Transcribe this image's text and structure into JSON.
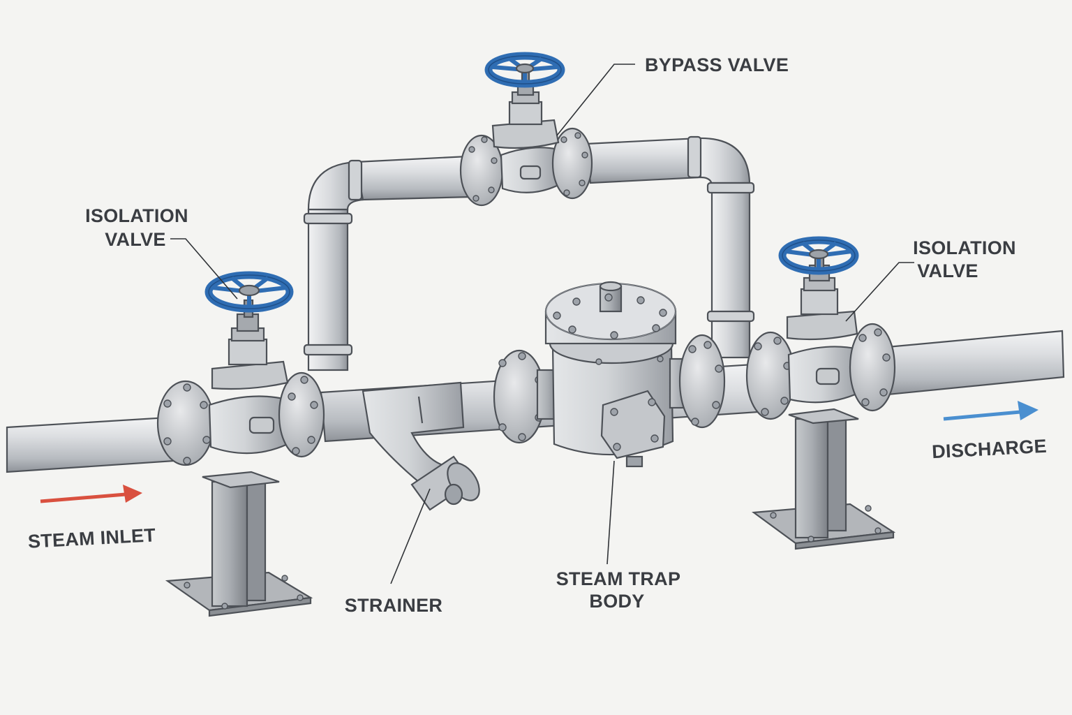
{
  "labels": {
    "bypass_valve": "BYPASS VALVE",
    "isolation_left_line1": "ISOLATION",
    "isolation_left_line2": "VALVE",
    "isolation_right_line1": "ISOLATION",
    "isolation_right_line2": "VALVE",
    "steam_inlet": "STEAM INLET",
    "discharge": "DISCHARGE",
    "strainer": "STRAINER",
    "steam_trap_line1": "STEAM TRAP",
    "steam_trap_line2": "BODY"
  },
  "colors": {
    "inlet_arrow": "#d9503f",
    "discharge_arrow": "#4a8fd0",
    "handwheel": "#2f6db3",
    "pipe_light": "#e9eaec",
    "pipe_mid": "#c4c7cb",
    "pipe_dark": "#8e9298"
  }
}
